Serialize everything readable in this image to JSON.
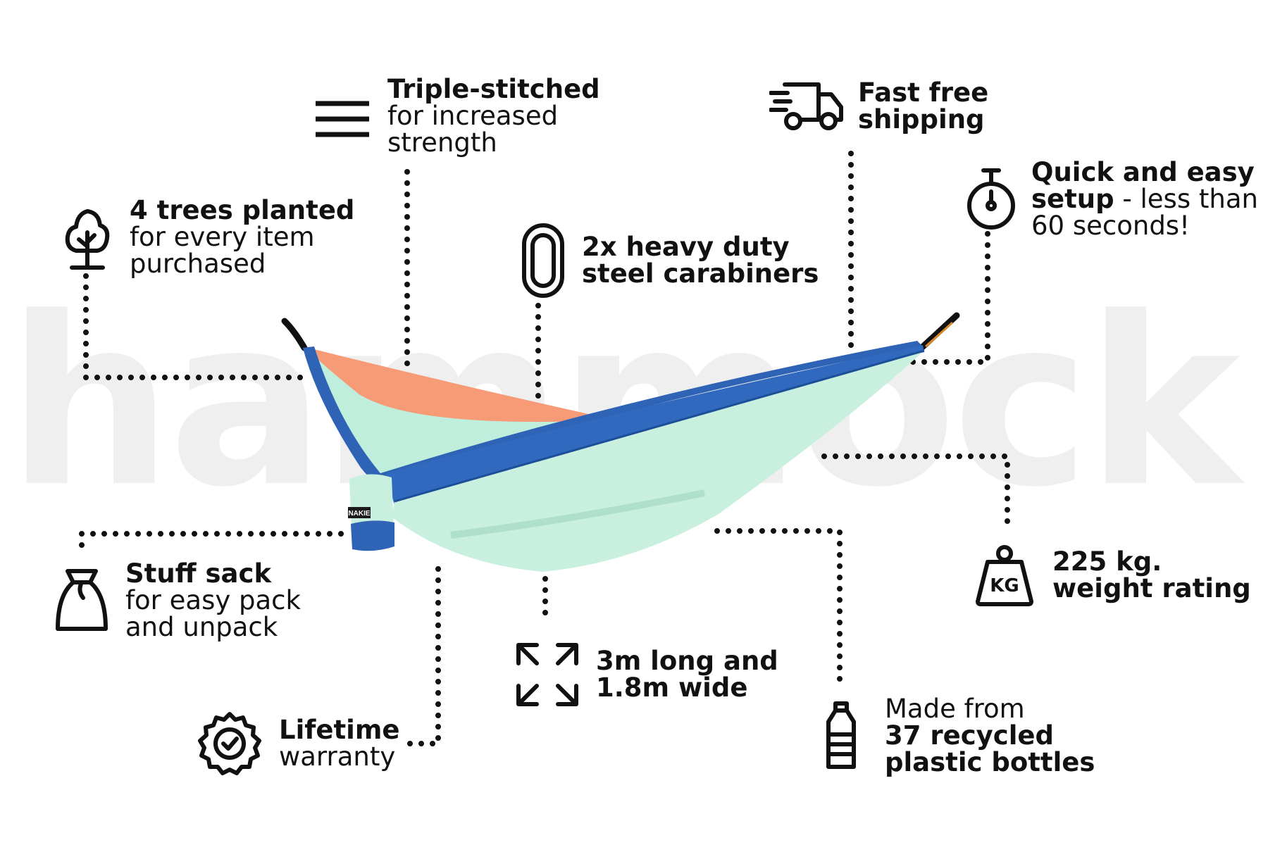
{
  "watermark": "hammock",
  "brand_label": "NAKIE",
  "colors": {
    "ink": "#111111",
    "mint": "#c9f0df",
    "blue": "#2f63b5",
    "coral": "#f79a76",
    "watermark": "#efefef"
  },
  "features": [
    {
      "icon": "tree-icon",
      "bold": "4 trees planted",
      "lines": [
        "for every item",
        "purchased"
      ]
    },
    {
      "icon": "triple-lines-icon",
      "bold": "Triple-stitched",
      "lines": [
        "for increased",
        "strength"
      ]
    },
    {
      "icon": "carabiner-icon",
      "bold": "2x heavy duty",
      "bold2": "steel carabiners"
    },
    {
      "icon": "delivery-truck-icon",
      "bold": "Fast free",
      "bold2": "shipping"
    },
    {
      "icon": "stopwatch-icon",
      "bold": "Quick and easy",
      "bold_inline": "setup",
      "inline_rest": " - less than",
      "lines": [
        "60 seconds!"
      ]
    },
    {
      "icon": "stuff-sack-icon",
      "bold": "Stuff sack",
      "lines": [
        "for easy pack",
        "and unpack"
      ]
    },
    {
      "icon": "kg-weight-icon",
      "bold": "225 kg.",
      "bold2": "weight rating"
    },
    {
      "icon": "expand-arrows-icon",
      "bold": "3m long and",
      "bold2": "1.8m wide"
    },
    {
      "icon": "badge-check-icon",
      "bold": "Lifetime",
      "lines": [
        "warranty"
      ]
    },
    {
      "icon": "plastic-bottle-icon",
      "pre": "Made from",
      "bold": "37 recycled",
      "bold2": "plastic bottles"
    }
  ]
}
